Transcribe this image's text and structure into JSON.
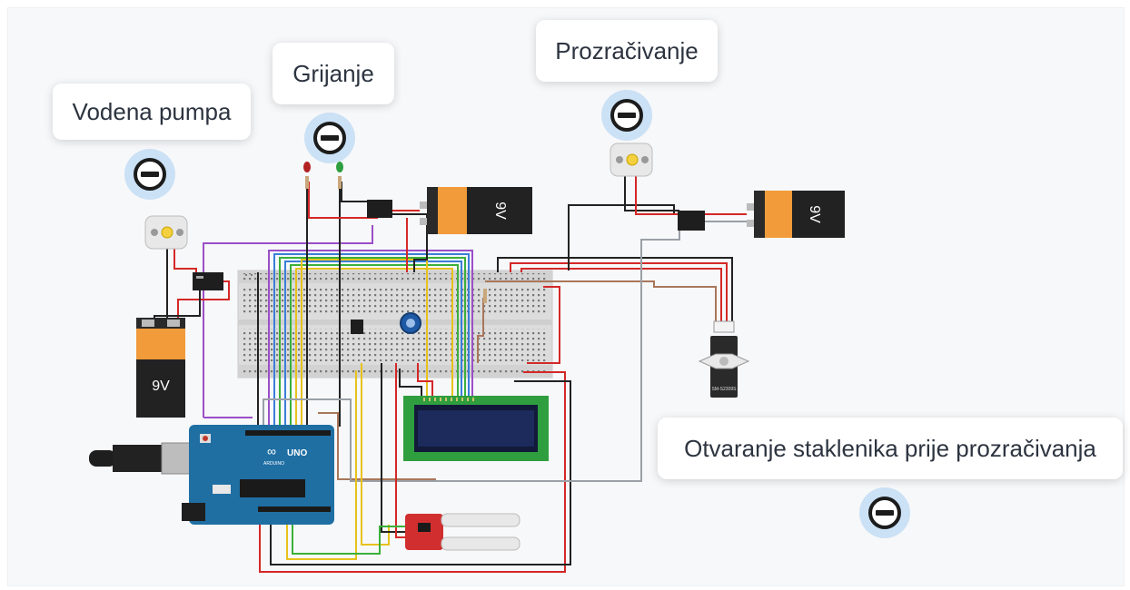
{
  "annotations": [
    {
      "id": "vodena-pumpa",
      "label": "Vodena pumpa"
    },
    {
      "id": "grijanje",
      "label": "Grijanje"
    },
    {
      "id": "prozracivanje",
      "label": "Prozračivanje"
    },
    {
      "id": "otvaranje",
      "label": "Otvaranje staklenika prije prozračivanja"
    }
  ],
  "components": {
    "battery_left_label": "9V",
    "battery_top_label": "9V",
    "battery_right_label": "9V",
    "arduino_brand": "UNO",
    "arduino_logo_text": "ARDUINO",
    "servo_label": "SM-S2309S"
  },
  "colors": {
    "wire_red": "#d42828",
    "wire_black": "#222222",
    "wire_purple": "#9b4fc7",
    "wire_green": "#3bb03b",
    "wire_yellow": "#e8c21c",
    "wire_blue": "#3a7fd8",
    "wire_brown": "#a9775a",
    "wire_gray": "#9aa0a6",
    "arduino_blue": "#1f6fa3",
    "battery_orange": "#f29b3a"
  }
}
